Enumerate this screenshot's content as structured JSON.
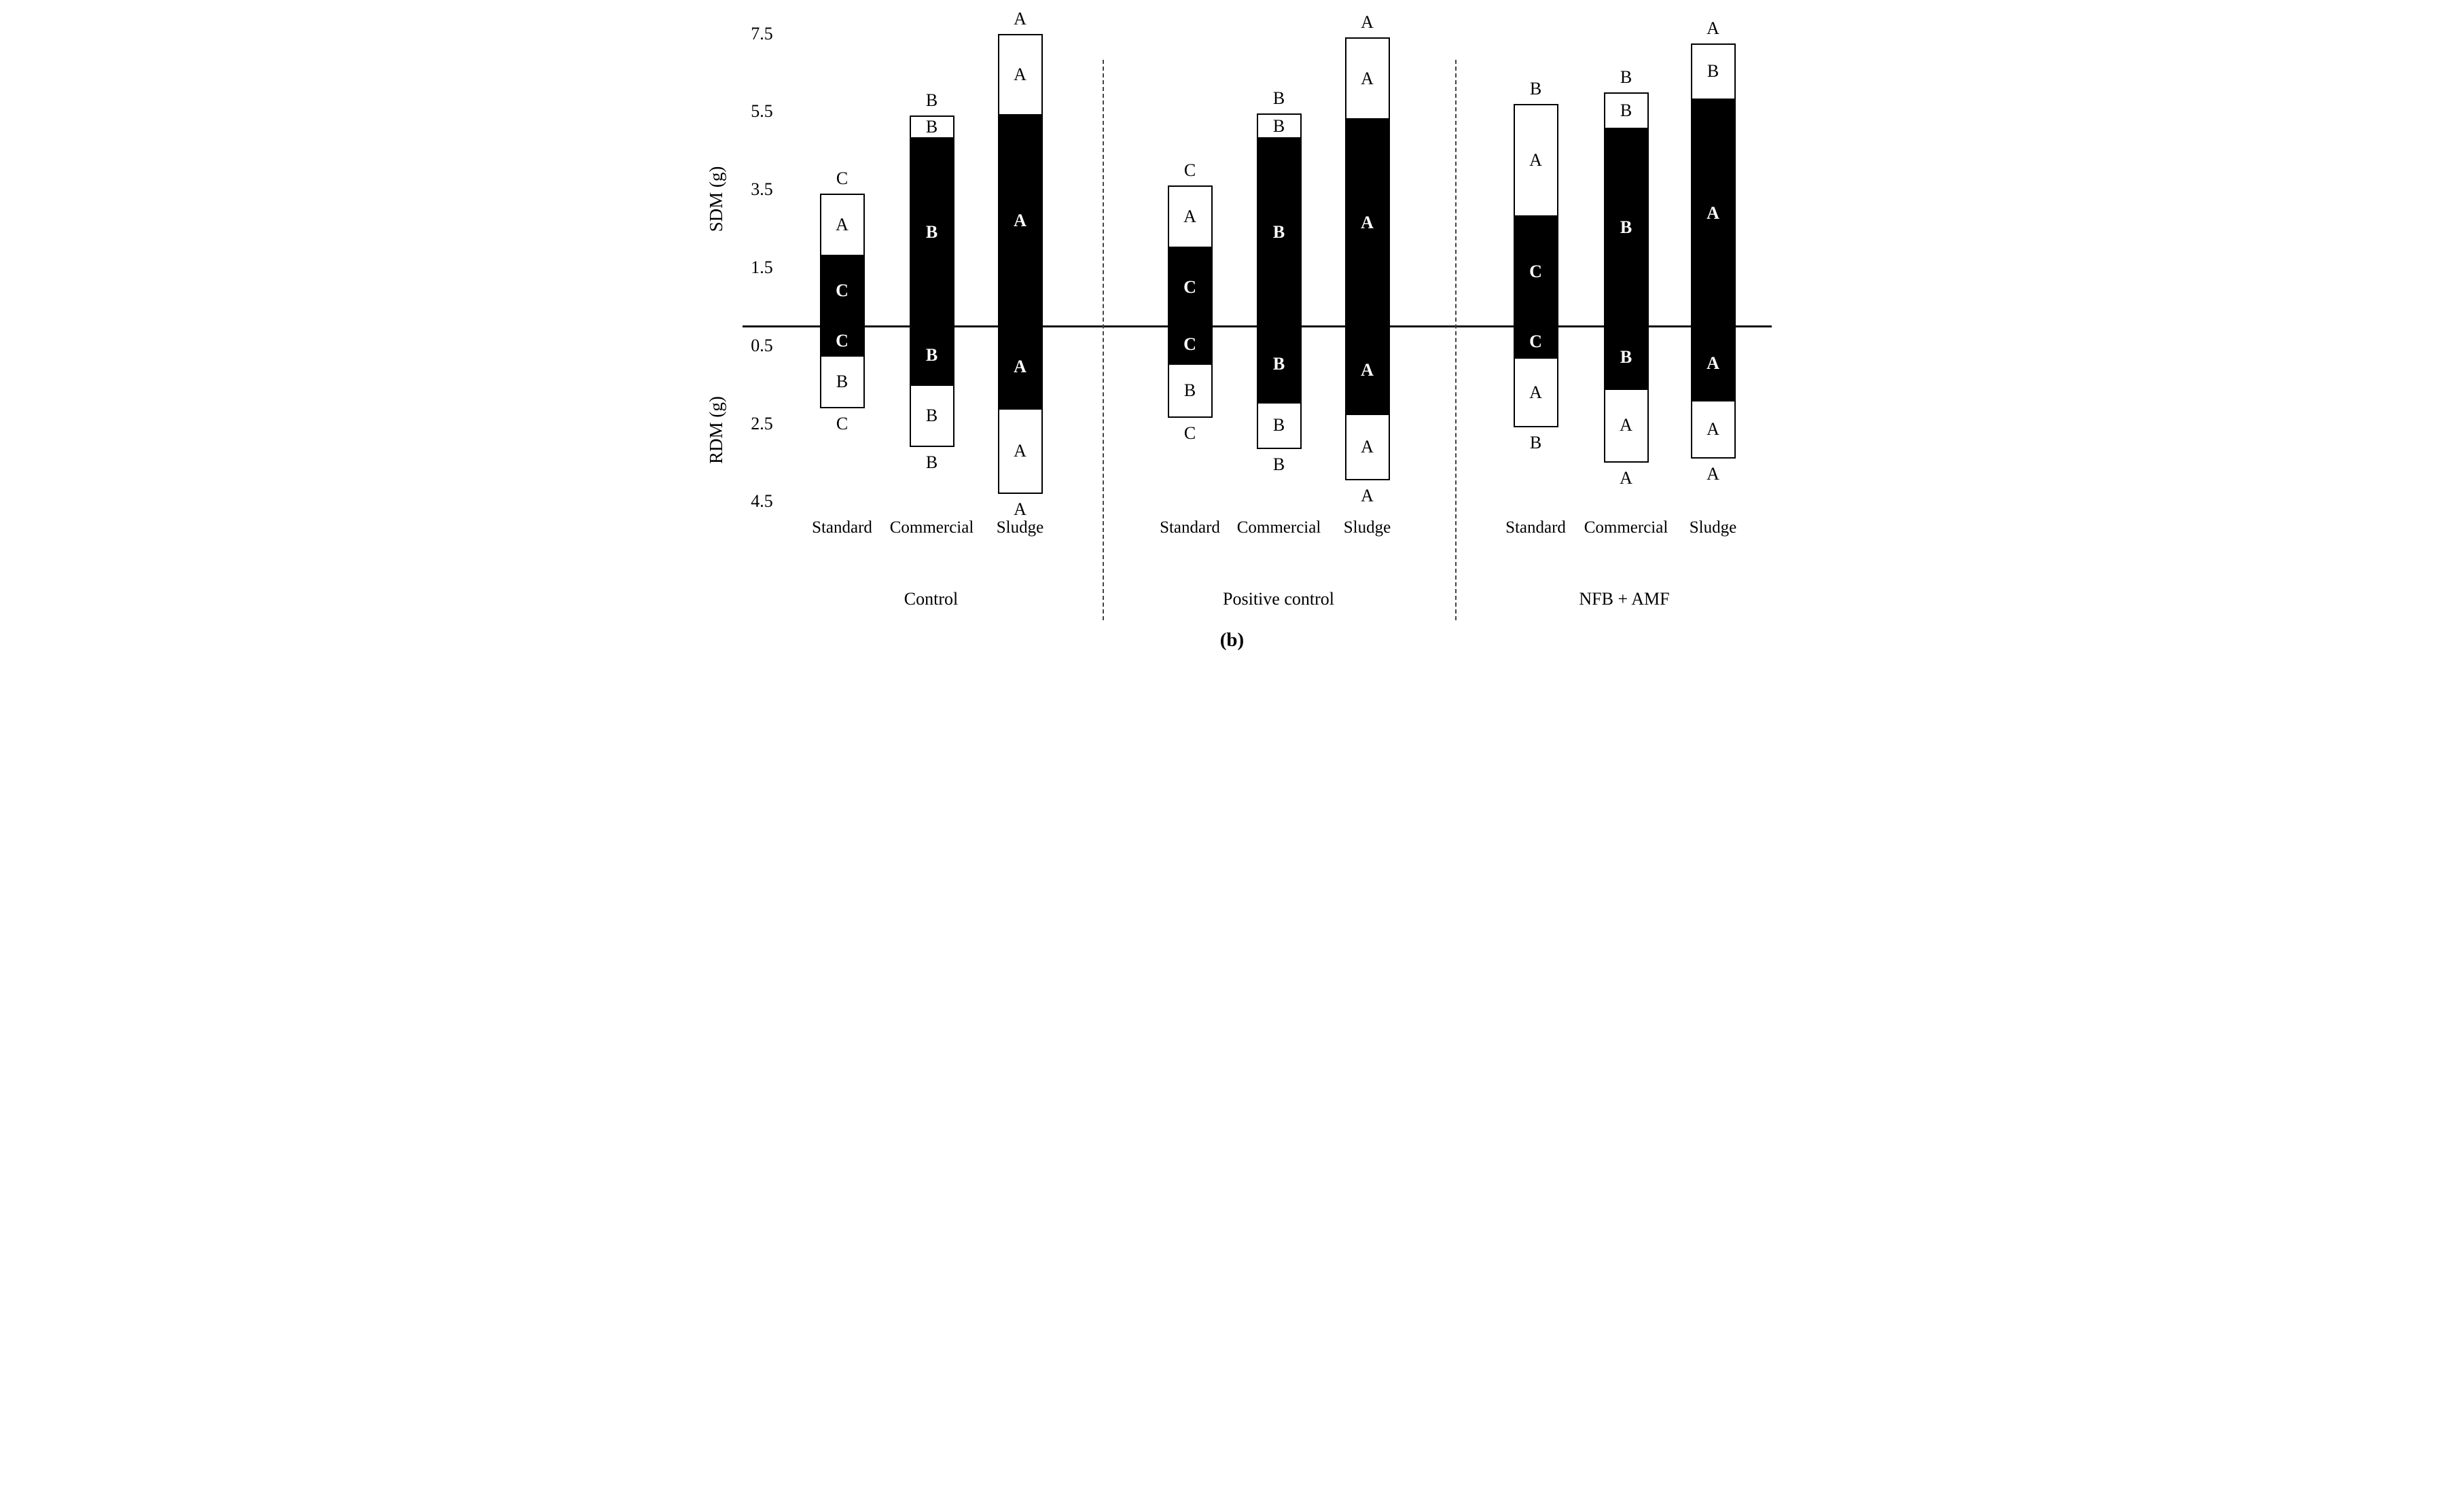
{
  "caption": "(b)",
  "colors": {
    "filled_segment": "#000000",
    "open_segment": "#ffffff",
    "axis": "#111111"
  },
  "chart_data": {
    "type": "bar",
    "subtype": "diverging-stacked-column",
    "title": "(b)",
    "ylabel_top": "SDM (g)",
    "ylabel_bottom": "RDM (g)",
    "grid": false,
    "legend": "none",
    "sdm_axis_range": [
      0,
      8.3
    ],
    "rdm_axis_range": [
      0,
      5.0
    ],
    "sdm_ticks": [
      "7.5",
      "5.5",
      "3.5",
      "1.5"
    ],
    "rdm_ticks": [
      "0.5",
      "2.5",
      "4.5"
    ],
    "units": "g",
    "groups": [
      {
        "name": "Control",
        "bars": [
          {
            "category": "Standard",
            "sdm_total": 3.4,
            "sdm_filled": 1.8,
            "rdm_filled": 0.75,
            "rdm_total": 2.1,
            "letters": {
              "above": "C",
              "sdm_open": "A",
              "sdm_filled": "C",
              "rdm_filled": "C",
              "rdm_open": "B",
              "below": "C"
            }
          },
          {
            "category": "Commercial",
            "sdm_total": 5.4,
            "sdm_filled": 4.8,
            "rdm_filled": 1.5,
            "rdm_total": 3.1,
            "letters": {
              "above": "B",
              "sdm_open": "B",
              "sdm_filled": "B",
              "rdm_filled": "B",
              "rdm_open": "B",
              "below": "B"
            }
          },
          {
            "category": "Sludge",
            "sdm_total": 7.5,
            "sdm_filled": 5.4,
            "rdm_filled": 2.1,
            "rdm_total": 4.3,
            "letters": {
              "above": "A",
              "sdm_open": "A",
              "sdm_filled": "A",
              "rdm_filled": "A",
              "rdm_open": "A",
              "below": "A"
            }
          }
        ]
      },
      {
        "name": "Positive control",
        "bars": [
          {
            "category": "Standard",
            "sdm_total": 3.6,
            "sdm_filled": 2.0,
            "rdm_filled": 0.95,
            "rdm_total": 2.35,
            "letters": {
              "above": "C",
              "sdm_open": "A",
              "sdm_filled": "C",
              "rdm_filled": "C",
              "rdm_open": "B",
              "below": "C"
            }
          },
          {
            "category": "Commercial",
            "sdm_total": 5.45,
            "sdm_filled": 4.8,
            "rdm_filled": 1.95,
            "rdm_total": 3.15,
            "letters": {
              "above": "B",
              "sdm_open": "B",
              "sdm_filled": "B",
              "rdm_filled": "B",
              "rdm_open": "B",
              "below": "B"
            }
          },
          {
            "category": "Sludge",
            "sdm_total": 7.4,
            "sdm_filled": 5.3,
            "rdm_filled": 2.25,
            "rdm_total": 3.95,
            "letters": {
              "above": "A",
              "sdm_open": "A",
              "sdm_filled": "A",
              "rdm_filled": "A",
              "rdm_open": "A",
              "below": "A"
            }
          }
        ]
      },
      {
        "name": "NFB + AMF",
        "bars": [
          {
            "category": "Standard",
            "sdm_total": 5.7,
            "sdm_filled": 2.8,
            "rdm_filled": 0.8,
            "rdm_total": 2.6,
            "letters": {
              "above": "B",
              "sdm_open": "A",
              "sdm_filled": "C",
              "rdm_filled": "C",
              "rdm_open": "A",
              "below": "B"
            }
          },
          {
            "category": "Commercial",
            "sdm_total": 6.0,
            "sdm_filled": 5.05,
            "rdm_filled": 1.6,
            "rdm_total": 3.5,
            "letters": {
              "above": "B",
              "sdm_open": "B",
              "sdm_filled": "B",
              "rdm_filled": "B",
              "rdm_open": "A",
              "below": "A"
            }
          },
          {
            "category": "Sludge",
            "sdm_total": 7.25,
            "sdm_filled": 5.8,
            "rdm_filled": 1.9,
            "rdm_total": 3.4,
            "letters": {
              "above": "A",
              "sdm_open": "B",
              "sdm_filled": "A",
              "rdm_filled": "A",
              "rdm_open": "A",
              "below": "A"
            }
          }
        ]
      }
    ]
  }
}
